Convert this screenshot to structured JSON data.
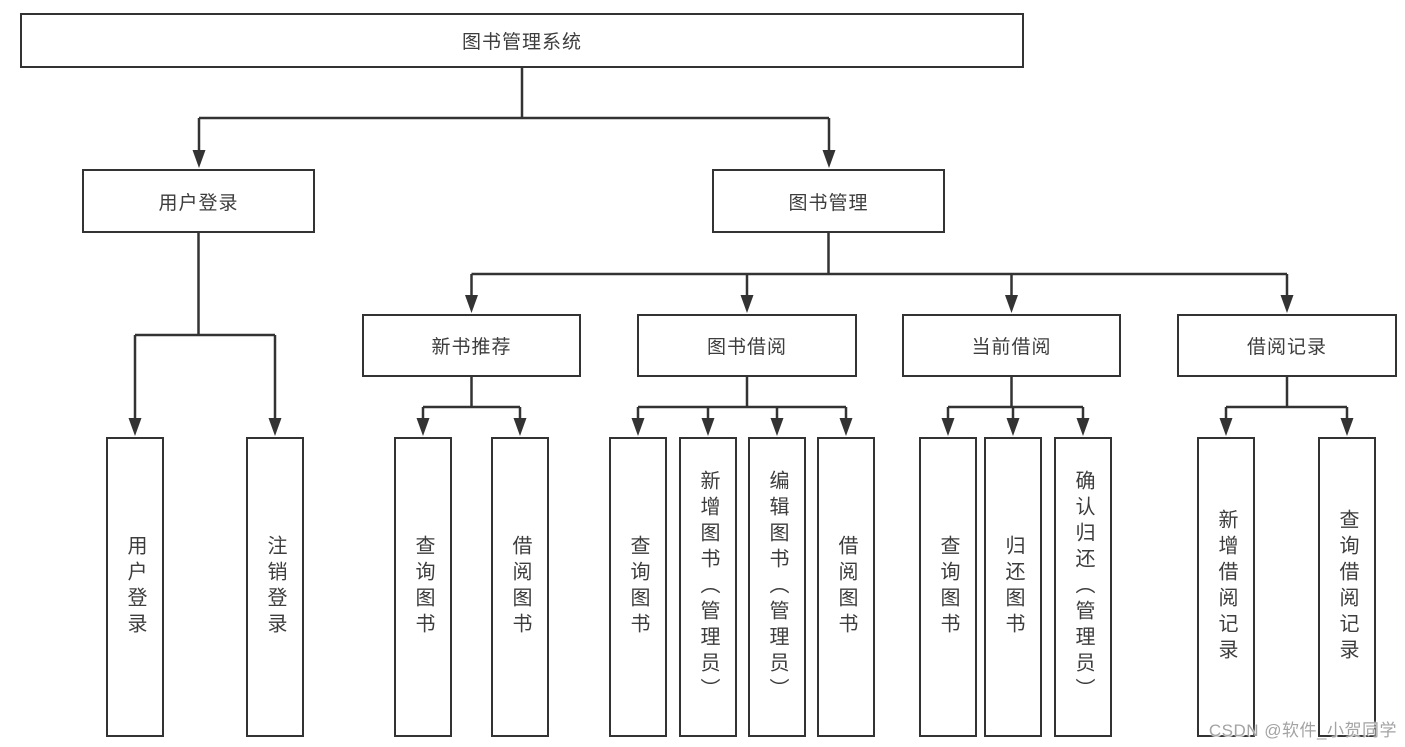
{
  "nodes": {
    "root": "图书管理系统",
    "user_login": "用户登录",
    "book_management": "图书管理",
    "new_book_recommend": "新书推荐",
    "book_borrow": "图书借阅",
    "current_borrow": "当前借阅",
    "borrow_records": "借阅记录",
    "leaf_user_login": "用户登录",
    "leaf_logout": "注销登录",
    "leaf_query_book_a": "查询图书",
    "leaf_borrow_book_a": "借阅图书",
    "leaf_query_book_b": "查询图书",
    "leaf_add_book_admin": "新增图书（管理员）",
    "leaf_edit_book_admin": "编辑图书（管理员）",
    "leaf_borrow_book_b": "借阅图书",
    "leaf_query_book_c": "查询图书",
    "leaf_return_book": "归还图书",
    "leaf_confirm_return_admin": "确认归还（管理员）",
    "leaf_add_borrow_record": "新增借阅记录",
    "leaf_query_borrow_record": "查询借阅记录"
  },
  "watermark": "CSDN @软件_小贺同学",
  "colors": {
    "line": "#333333",
    "text": "#3d3d3d",
    "box_fill": "#ffffff",
    "background": "#ffffff",
    "watermark": "#a3a3a3"
  }
}
